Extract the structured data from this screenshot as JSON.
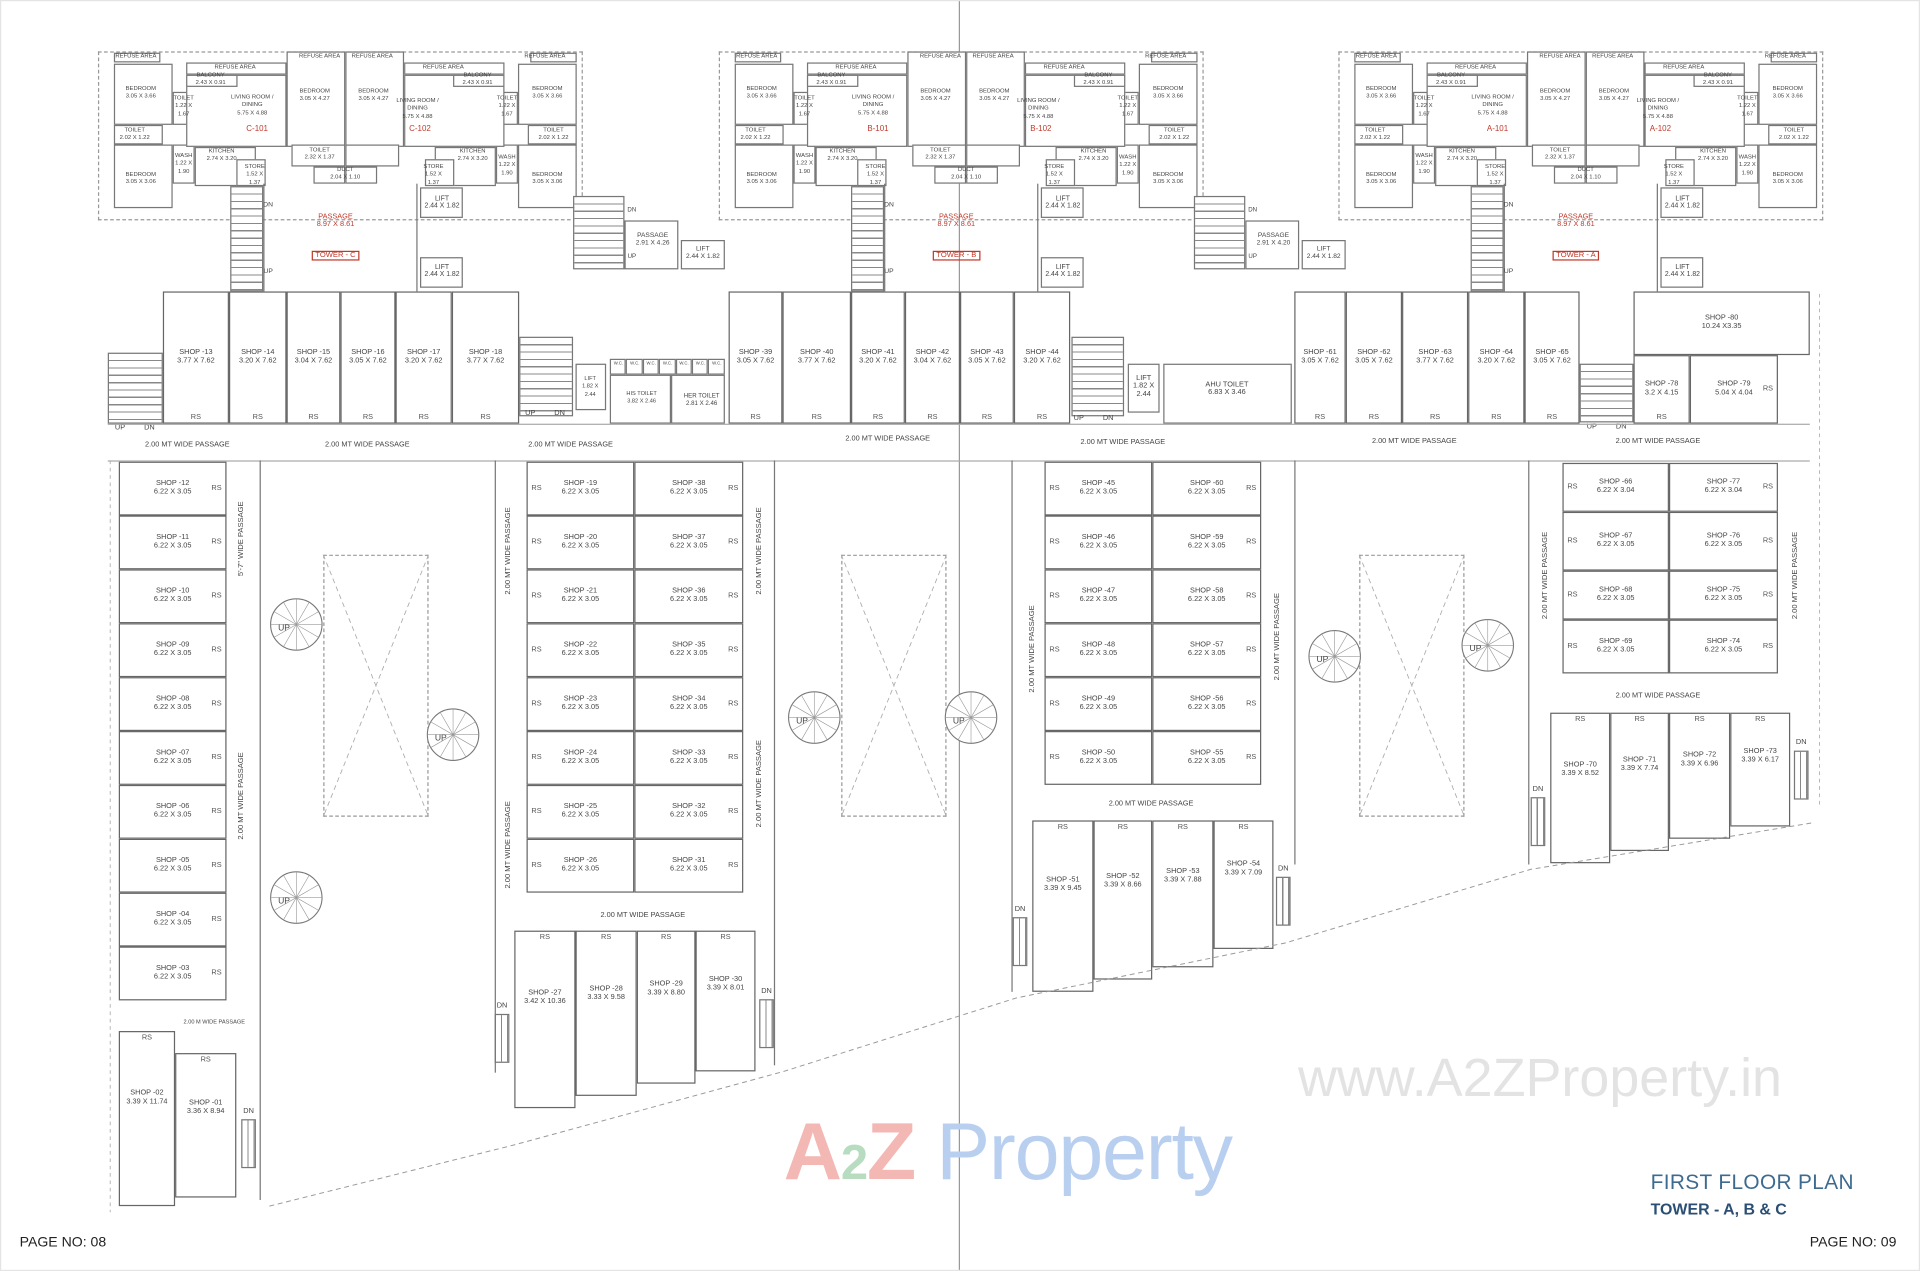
{
  "page_numbers": {
    "left": "PAGE NO: 08",
    "right": "PAGE NO: 09"
  },
  "title": {
    "main": "FIRST FLOOR PLAN",
    "sub": "TOWER - A, B & C"
  },
  "watermark": {
    "logo_a": "A",
    "logo_2": "2",
    "logo_z": "Z",
    "logo_rest": "Property",
    "url": "www.A2ZProperty.in"
  },
  "colors": {
    "title_main": "#3d6b8f",
    "title_sub": "#2b4e74",
    "unit_label": "#c0392b",
    "logo_red": "#f3b7b4",
    "logo_green": "#b7dcbf",
    "logo_blue": "#b9cff0",
    "logo_yellow": "#f8e3a6",
    "watermark_gray": "#e3e3e3"
  },
  "apartment_rooms": [
    {
      "key": "refuse_a",
      "lines": [
        "REFUSE AREA"
      ]
    },
    {
      "key": "refuse_b",
      "lines": [
        "REFUSE AREA"
      ]
    },
    {
      "key": "refuse_c",
      "lines": [
        "REFUSE AREA"
      ]
    },
    {
      "key": "refuse_d",
      "lines": [
        "REFUSE AREA"
      ]
    },
    {
      "key": "refuse_e",
      "lines": [
        "REFUSE AREA"
      ]
    },
    {
      "key": "refuse_f",
      "lines": [
        "REFUSE AREA"
      ]
    },
    {
      "key": "bed1",
      "lines": [
        "BEDROOM",
        "3.05 X 3.66"
      ]
    },
    {
      "key": "toilet1",
      "lines": [
        "TOILET",
        "1.22 X",
        "1.67"
      ]
    },
    {
      "key": "balcony1",
      "lines": [
        "BALCONY",
        "2.43 X 0.91"
      ]
    },
    {
      "key": "living1",
      "lines": [
        "LIVING ROOM /",
        "DINING",
        "5.75 X 4.88"
      ]
    },
    {
      "key": "bed2",
      "lines": [
        "BEDROOM",
        "3.05 X 4.27"
      ]
    },
    {
      "key": "bed3",
      "lines": [
        "BEDROOM",
        "3.05 X 4.27"
      ]
    },
    {
      "key": "living2",
      "lines": [
        "LIVING ROOM /",
        "DINING",
        "5.75 X 4.88"
      ]
    },
    {
      "key": "balcony2",
      "lines": [
        "BALCONY",
        "2.43 X 0.91"
      ]
    },
    {
      "key": "toilet2",
      "lines": [
        "TOILET",
        "1.22 X",
        "1.67"
      ]
    },
    {
      "key": "bed4",
      "lines": [
        "BEDROOM",
        "3.05 X 3.66"
      ]
    },
    {
      "key": "toilet3",
      "lines": [
        "TOILET",
        "2.02 X 1.22"
      ]
    },
    {
      "key": "kitchen1",
      "lines": [
        "KITCHEN",
        "2.74 X 3.20"
      ]
    },
    {
      "key": "wash1",
      "lines": [
        "WASH",
        "1.22 X",
        "1.90"
      ]
    },
    {
      "key": "bed5",
      "lines": [
        "BEDROOM",
        "3.05 X 3.06"
      ]
    },
    {
      "key": "store1",
      "lines": [
        "STORE",
        "1.52 X",
        "1.37"
      ]
    },
    {
      "key": "toilet4",
      "lines": [
        "TOILET",
        "2.32 X 1.37"
      ]
    },
    {
      "key": "duct",
      "lines": [
        "DUCT",
        "2.04 X 1.10"
      ]
    },
    {
      "key": "store2",
      "lines": [
        "STORE",
        "1.52 X",
        "1.37"
      ]
    },
    {
      "key": "kitchen2",
      "lines": [
        "KITCHEN",
        "2.74 X 3.20"
      ]
    },
    {
      "key": "wash2",
      "lines": [
        "WASH",
        "1.22 X",
        "1.90"
      ]
    },
    {
      "key": "bed6",
      "lines": [
        "BEDROOM",
        "3.05 X 3.06"
      ]
    },
    {
      "key": "toilet5",
      "lines": [
        "TOILET",
        "2.02 X 1.22"
      ]
    }
  ],
  "towers": [
    {
      "tag": "TOWER - C",
      "units": [
        "C-101",
        "C-102"
      ],
      "passage": [
        "PASSAGE",
        "8.97 X 8.61"
      ],
      "lift": [
        "LIFT",
        "2.44 X 1.82"
      ]
    },
    {
      "tag": "TOWER - B",
      "units": [
        "B-101",
        "B-102"
      ],
      "passage": [
        "PASSAGE",
        "8.97 X 8.61"
      ],
      "lift": [
        "LIFT",
        "2.44 X 1.82"
      ]
    },
    {
      "tag": "TOWER - A",
      "units": [
        "A-101",
        "A-102"
      ],
      "passage": [
        "PASSAGE",
        "8.97 X 8.61"
      ],
      "lift": [
        "LIFT",
        "2.44 X 1.82"
      ]
    }
  ],
  "connectors": [
    {
      "passage": [
        "PASSAGE",
        "2.91 X 4.26"
      ],
      "lift": [
        "LIFT",
        "2.44 X 1.82"
      ]
    },
    {
      "passage": [
        "PASSAGE",
        "2.91 X 4.20"
      ],
      "lift": [
        "LIFT",
        "2.44 X 1.82"
      ]
    }
  ],
  "rs_label": "RS",
  "shops": [
    {
      "id": "13",
      "label": "SHOP -13",
      "dim": "3.77 X 7.62"
    },
    {
      "id": "14",
      "label": "SHOP -14",
      "dim": "3.20 X 7.62"
    },
    {
      "id": "15",
      "label": "SHOP -15",
      "dim": "3.04 X 7.62"
    },
    {
      "id": "16",
      "label": "SHOP -16",
      "dim": "3.05 X 7.62"
    },
    {
      "id": "17",
      "label": "SHOP -17",
      "dim": "3.20 X 7.62"
    },
    {
      "id": "18",
      "label": "SHOP -18",
      "dim": "3.77 X 7.62"
    },
    {
      "id": "39",
      "label": "SHOP -39",
      "dim": "3.05 X 7.62"
    },
    {
      "id": "40",
      "label": "SHOP -40",
      "dim": "3.77 X 7.62"
    },
    {
      "id": "41",
      "label": "SHOP -41",
      "dim": "3.20 X 7.62"
    },
    {
      "id": "42",
      "label": "SHOP -42",
      "dim": "3.04 X 7.62"
    },
    {
      "id": "43",
      "label": "SHOP -43",
      "dim": "3.05 X 7.62"
    },
    {
      "id": "44",
      "label": "SHOP -44",
      "dim": "3.20 X 7.62"
    },
    {
      "id": "61",
      "label": "SHOP -61",
      "dim": "3.05 X 7.62"
    },
    {
      "id": "62",
      "label": "SHOP -62",
      "dim": "3.05 X 7.62"
    },
    {
      "id": "63",
      "label": "SHOP -63",
      "dim": "3.77 X 7.62"
    },
    {
      "id": "64",
      "label": "SHOP -64",
      "dim": "3.20 X 7.62"
    },
    {
      "id": "65",
      "label": "SHOP -65",
      "dim": "3.05 X 7.62"
    },
    {
      "id": "80",
      "label": "SHOP -80",
      "dim": "10.24 X3.35"
    },
    {
      "id": "78",
      "label": "SHOP -78",
      "dim": "3.2 X 4.15"
    },
    {
      "id": "79",
      "label": "SHOP -79",
      "dim": "5.04 X 4.04"
    },
    {
      "id": "12",
      "label": "SHOP -12",
      "dim": "6.22 X 3.05"
    },
    {
      "id": "11",
      "label": "SHOP -11",
      "dim": "6.22 X 3.05"
    },
    {
      "id": "10",
      "label": "SHOP -10",
      "dim": "6.22 X 3.05"
    },
    {
      "id": "09",
      "label": "SHOP -09",
      "dim": "6.22 X 3.05"
    },
    {
      "id": "08",
      "label": "SHOP -08",
      "dim": "6.22 X 3.05"
    },
    {
      "id": "07",
      "label": "SHOP -07",
      "dim": "6.22 X 3.05"
    },
    {
      "id": "06",
      "label": "SHOP -06",
      "dim": "6.22 X 3.05"
    },
    {
      "id": "05",
      "label": "SHOP -05",
      "dim": "6.22 X 3.05"
    },
    {
      "id": "04",
      "label": "SHOP -04",
      "dim": "6.22 X 3.05"
    },
    {
      "id": "03",
      "label": "SHOP -03",
      "dim": "6.22 X 3.05"
    },
    {
      "id": "02",
      "label": "SHOP -02",
      "dim": "3.39 X 11.74"
    },
    {
      "id": "01",
      "label": "SHOP -01",
      "dim": "3.36 X 8.94"
    },
    {
      "id": "19",
      "label": "SHOP -19",
      "dim": "6.22 X 3.05"
    },
    {
      "id": "20",
      "label": "SHOP -20",
      "dim": "6.22 X 3.05"
    },
    {
      "id": "21",
      "label": "SHOP -21",
      "dim": "6.22 X 3.05"
    },
    {
      "id": "22",
      "label": "SHOP -22",
      "dim": "6.22 X 3.05"
    },
    {
      "id": "23",
      "label": "SHOP -23",
      "dim": "6.22 X 3.05"
    },
    {
      "id": "24",
      "label": "SHOP -24",
      "dim": "6.22 X 3.05"
    },
    {
      "id": "25",
      "label": "SHOP -25",
      "dim": "6.22 X 3.05"
    },
    {
      "id": "26",
      "label": "SHOP -26",
      "dim": "6.22 X 3.05"
    },
    {
      "id": "38",
      "label": "SHOP -38",
      "dim": "6.22 X 3.05"
    },
    {
      "id": "37",
      "label": "SHOP -37",
      "dim": "6.22 X 3.05"
    },
    {
      "id": "36",
      "label": "SHOP -36",
      "dim": "6.22 X 3.05"
    },
    {
      "id": "35",
      "label": "SHOP -35",
      "dim": "6.22 X 3.05"
    },
    {
      "id": "34",
      "label": "SHOP -34",
      "dim": "6.22 X 3.05"
    },
    {
      "id": "33",
      "label": "SHOP -33",
      "dim": "6.22 X 3.05"
    },
    {
      "id": "32",
      "label": "SHOP -32",
      "dim": "6.22 X 3.05"
    },
    {
      "id": "31",
      "label": "SHOP -31",
      "dim": "6.22 X 3.05"
    },
    {
      "id": "27",
      "label": "SHOP -27",
      "dim": "3.42 X 10.36"
    },
    {
      "id": "28",
      "label": "SHOP -28",
      "dim": "3.33 X 9.58"
    },
    {
      "id": "29",
      "label": "SHOP -29",
      "dim": "3.39 X 8.80"
    },
    {
      "id": "30",
      "label": "SHOP -30",
      "dim": "3.39 X 8.01"
    },
    {
      "id": "45",
      "label": "SHOP -45",
      "dim": "6.22 X 3.05"
    },
    {
      "id": "46",
      "label": "SHOP -46",
      "dim": "6.22 X 3.05"
    },
    {
      "id": "47",
      "label": "SHOP -47",
      "dim": "6.22 X 3.05"
    },
    {
      "id": "48",
      "label": "SHOP -48",
      "dim": "6.22 X 3.05"
    },
    {
      "id": "49",
      "label": "SHOP -49",
      "dim": "6.22 X 3.05"
    },
    {
      "id": "50",
      "label": "SHOP -50",
      "dim": "6.22 X 3.05"
    },
    {
      "id": "60",
      "label": "SHOP -60",
      "dim": "6.22 X 3.05"
    },
    {
      "id": "59",
      "label": "SHOP -59",
      "dim": "6.22 X 3.05"
    },
    {
      "id": "58",
      "label": "SHOP -58",
      "dim": "6.22 X 3.05"
    },
    {
      "id": "57",
      "label": "SHOP -57",
      "dim": "6.22 X 3.05"
    },
    {
      "id": "56",
      "label": "SHOP -56",
      "dim": "6.22 X 3.05"
    },
    {
      "id": "55",
      "label": "SHOP -55",
      "dim": "6.22 X 3.05"
    },
    {
      "id": "51",
      "label": "SHOP -51",
      "dim": "3.39 X 9.45"
    },
    {
      "id": "52",
      "label": "SHOP -52",
      "dim": "3.39 X 8.66"
    },
    {
      "id": "53",
      "label": "SHOP -53",
      "dim": "3.39 X 7.88"
    },
    {
      "id": "54",
      "label": "SHOP -54",
      "dim": "3.39 X 7.09"
    },
    {
      "id": "66",
      "label": "SHOP -66",
      "dim": "6.22 X 3.04"
    },
    {
      "id": "67",
      "label": "SHOP -67",
      "dim": "6.22 X 3.05"
    },
    {
      "id": "68",
      "label": "SHOP -68",
      "dim": "6.22 X 3.05"
    },
    {
      "id": "69",
      "label": "SHOP -69",
      "dim": "6.22 X 3.05"
    },
    {
      "id": "77",
      "label": "SHOP -77",
      "dim": "6.22 X 3.04"
    },
    {
      "id": "76",
      "label": "SHOP -76",
      "dim": "6.22 X 3.05"
    },
    {
      "id": "75",
      "label": "SHOP -75",
      "dim": "6.22 X 3.05"
    },
    {
      "id": "74",
      "label": "SHOP -74",
      "dim": "6.22 X 3.05"
    },
    {
      "id": "70",
      "label": "SHOP -70",
      "dim": "3.39 X 8.52"
    },
    {
      "id": "71",
      "label": "SHOP -71",
      "dim": "3.39 X 7.74"
    },
    {
      "id": "72",
      "label": "SHOP -72",
      "dim": "3.39 X 6.96"
    },
    {
      "id": "73",
      "label": "SHOP -73",
      "dim": "3.39 X 6.17"
    }
  ],
  "misc": {
    "passage_2m": "2.00 MT WIDE PASSAGE",
    "passage_57": "5'-7\" WIDE PASSAGE",
    "passage_2m_small": "2.00 M WIDE PASSAGE",
    "up": "UP",
    "dn": "DN",
    "lift_small": [
      "LIFT",
      "1.82 X",
      "2.44"
    ],
    "his_toilet": [
      "HIS TOILET",
      "3.82 X 2.46"
    ],
    "her_toilet": [
      "HER TOILET",
      "2.81 X 2.46"
    ],
    "wc": "W.C.",
    "ahu_toilet": [
      "AHU TOILET",
      "6.83 X 3.46"
    ]
  }
}
